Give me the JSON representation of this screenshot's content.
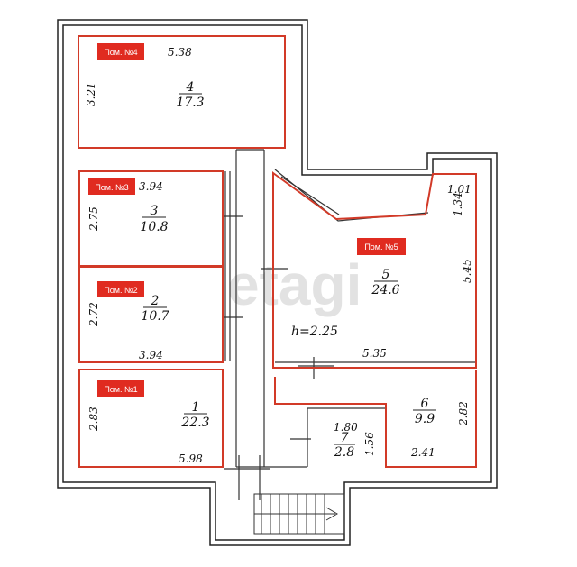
{
  "colors": {
    "wall": "#222222",
    "room_outline": "#d23a28",
    "label_bg": "#e02b20",
    "label_text": "#ffffff"
  },
  "watermark": "etagi",
  "height_note": "h=2.25",
  "rooms": [
    {
      "label": "Пом. №4",
      "num": "4",
      "area": "17.3",
      "dims": [
        "5.38",
        "3.21"
      ]
    },
    {
      "label": "Пом. №3",
      "num": "3",
      "area": "10.8",
      "dims": [
        "3.94",
        "2.75"
      ]
    },
    {
      "label": "Пом. №2",
      "num": "2",
      "area": "10.7",
      "dims": [
        "2.72",
        "3.94"
      ]
    },
    {
      "label": "Пом. №1",
      "num": "1",
      "area": "22.3",
      "dims": [
        "2.83",
        "5.98"
      ]
    },
    {
      "label": "Пом. №5",
      "num": "5",
      "area": "24.6",
      "dims": [
        "1.01",
        "1.34",
        "5.45",
        "5.35"
      ]
    },
    {
      "label": "",
      "num": "6",
      "area": "9.9",
      "dims": [
        "2.82",
        "2.41"
      ]
    },
    {
      "label": "",
      "num": "7",
      "area": "2.8",
      "dims": [
        "1.80",
        "1.56"
      ]
    }
  ]
}
